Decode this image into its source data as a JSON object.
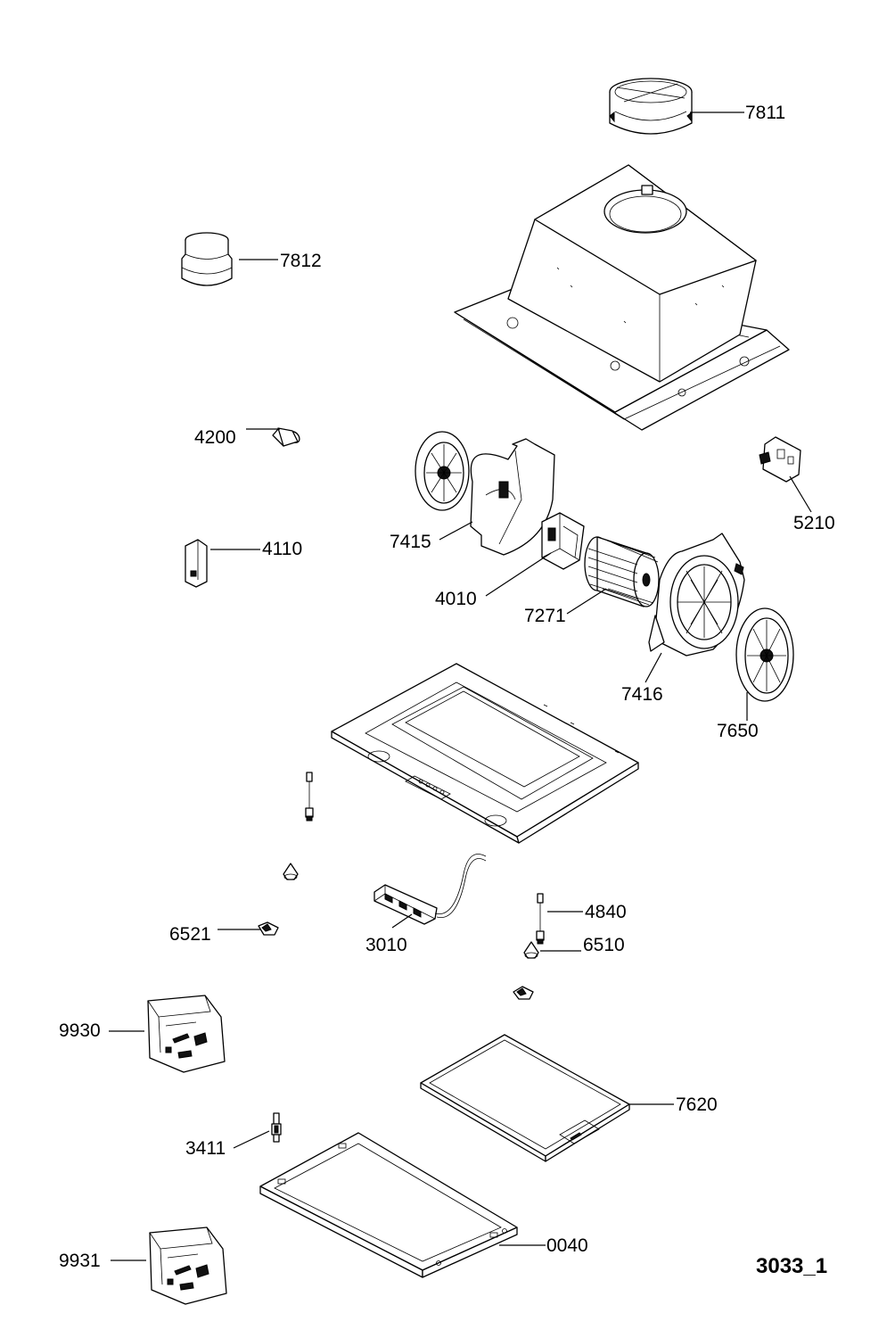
{
  "drawing": {
    "code": "3033_1"
  },
  "labels": {
    "p7811": "7811",
    "p7812": "7812",
    "p4200": "4200",
    "p4110": "4110",
    "p7415": "7415",
    "p4010": "4010",
    "p7271": "7271",
    "p7416": "7416",
    "p7650": "7650",
    "p5210": "5210",
    "p4840": "4840",
    "p6521": "6521",
    "p3010": "3010",
    "p6510": "6510",
    "p9930": "9930",
    "p7620": "7620",
    "p3411": "3411",
    "p0040": "0040",
    "p9931": "9931"
  }
}
